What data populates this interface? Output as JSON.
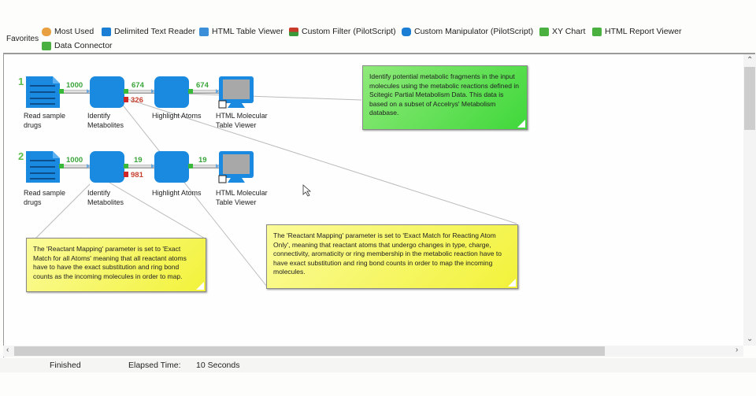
{
  "favorites": {
    "label": "Favorites",
    "items": [
      {
        "label": "Most Used",
        "icon": "folder-star-icon",
        "color": "#e8a040"
      },
      {
        "label": "Delimited Text Reader",
        "icon": "document-icon",
        "color": "#1a7fd4"
      },
      {
        "label": "HTML Table Viewer",
        "icon": "monitor-icon",
        "color": "#3a8fd8"
      },
      {
        "label": "Custom Filter (PilotScript)",
        "icon": "filter-icon",
        "color": "#c83a2a"
      },
      {
        "label": "Custom Manipulator (PilotScript)",
        "icon": "manipulator-icon",
        "color": "#1a7fd4"
      },
      {
        "label": "XY Chart",
        "icon": "chart-icon",
        "color": "#4ab040"
      },
      {
        "label": "HTML Report Viewer",
        "icon": "monitor-icon",
        "color": "#4ab040"
      },
      {
        "label": "Data Connector",
        "icon": "connector-icon",
        "color": "#4ab040"
      }
    ]
  },
  "pipelines": [
    {
      "number": "1",
      "nodes": [
        {
          "label_line1": "Read sample",
          "label_line2": "drugs",
          "icon": "document-icon"
        },
        {
          "label_line1": "Identify",
          "label_line2": "Metabolites",
          "icon": "component-icon"
        },
        {
          "label_line1": "Highlight Atoms",
          "label_line2": "",
          "icon": "component-icon"
        },
        {
          "label_line1": "HTML Molecular",
          "label_line2": "Table Viewer",
          "icon": "monitor-icon"
        }
      ],
      "counts": {
        "read_out": "1000",
        "identify_pass": "674",
        "identify_fail": "326",
        "highlight_out": "674"
      }
    },
    {
      "number": "2",
      "nodes": [
        {
          "label_line1": "Read sample",
          "label_line2": "drugs",
          "icon": "document-icon"
        },
        {
          "label_line1": "Identify",
          "label_line2": "Metabolites",
          "icon": "component-icon"
        },
        {
          "label_line1": "Highlight Atoms",
          "label_line2": "",
          "icon": "component-icon"
        },
        {
          "label_line1": "HTML Molecular",
          "label_line2": "Table Viewer",
          "icon": "monitor-icon"
        }
      ],
      "counts": {
        "read_out": "1000",
        "identify_pass": "19",
        "identify_fail": "981",
        "highlight_out": "19"
      }
    }
  ],
  "notes": {
    "top_green": "Identify potential metabolic fragments in the input molecules using the metabolic reactions defined in Scitegic Partial Metabolism Data. This data is based on a subset of Accelrys' Metabolism database.",
    "left_yellow": "The 'Reactant Mapping' parameter is set to 'Exact Match for all Atoms' meaning that all reactant atoms have to have the exact substitution and ring bond counts as the incoming molecules in order to map.",
    "right_yellow": "The 'Reactant Mapping' parameter is set to 'Exact Match for Reacting Atom Only', meaning that reactant atoms that undergo changes in type, charge, connectivity, aromaticity or ring membership in the metabolic reaction have to have exact substitution and ring bond counts in order to map the incoming molecules."
  },
  "status": {
    "state": "Finished",
    "elapsed_label": "Elapsed Time:",
    "elapsed_value": "10 Seconds"
  },
  "colors": {
    "node_blue": "#1a8ae0",
    "pass_port": "#3ab83a",
    "fail_port": "#d02828"
  }
}
